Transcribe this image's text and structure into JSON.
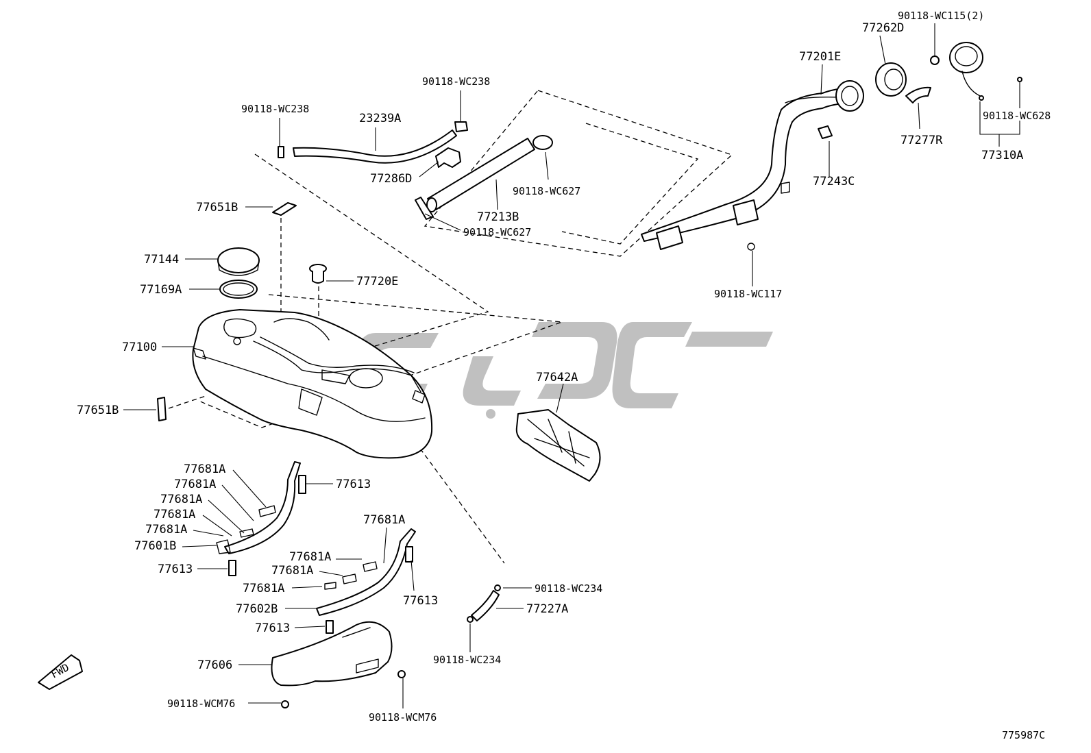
{
  "diagram_ref": "775987C",
  "direction_arrow": "FWD",
  "colors": {
    "line": "#000000",
    "background": "#ffffff",
    "watermark": "#8c8c8c"
  },
  "part_labels": {
    "p90118_wc238_left": "90118-WC238",
    "p23239A": "23239A",
    "p90118_wc238_top": "90118-WC238",
    "p77286D": "77286D",
    "p90118_wc627_a": "90118-WC627",
    "p77213B": "77213B",
    "p90118_wc627_b": "90118-WC627",
    "p77201E": "77201E",
    "p77262D": "77262D",
    "p90118_wc115": "90118-WC115(2)",
    "p77277R": "77277R",
    "p90118_wc628": "90118-WC628",
    "p77310A": "77310A",
    "p77243C": "77243C",
    "p90118_wc117": "90118-WC117",
    "p77651B_top": "77651B",
    "p77144": "77144",
    "p77169A": "77169A",
    "p77720E": "77720E",
    "p77100": "77100",
    "p77651B_bottom": "77651B",
    "p77642A": "77642A",
    "p77681A_1": "77681A",
    "p77681A_2": "77681A",
    "p77681A_3": "77681A",
    "p77681A_4": "77681A",
    "p77681A_5": "77681A",
    "p77601B": "77601B",
    "p77613_1": "77613",
    "p77613_2": "77613",
    "p77681A_6": "77681A",
    "p77681A_7": "77681A",
    "p77681A_8": "77681A",
    "p77681A_9": "77681A",
    "p77602B": "77602B",
    "p77613_3": "77613",
    "p77613_4": "77613",
    "p90118_wc234_a": "90118-WC234",
    "p77227A": "77227A",
    "p90118_wc234_b": "90118-WC234",
    "p77606": "77606",
    "p90118_wcm76_a": "90118-WCM76",
    "p90118_wcm76_b": "90118-WCM76"
  }
}
